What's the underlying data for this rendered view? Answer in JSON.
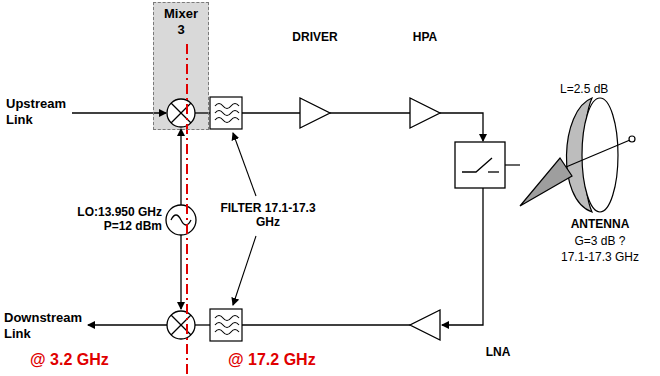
{
  "diagram": {
    "nodes": [
      {
        "text": [
          "Mixer 3"
        ]
      }
    ],
    "labels": [
      "Upstream Link",
      "DRIVER",
      "HPA",
      "L=2.5 dB",
      "LO:13.950 GHz P=12 dBm",
      "FILTER 17.1-17.3 GHz",
      "ANTENNA",
      "G=3 dB ?",
      "17.1-17.3 GHz",
      "Downstream Link",
      "LNA",
      "@ 3.2 GHz",
      "@ 17.2 GHz"
    ]
  }
}
